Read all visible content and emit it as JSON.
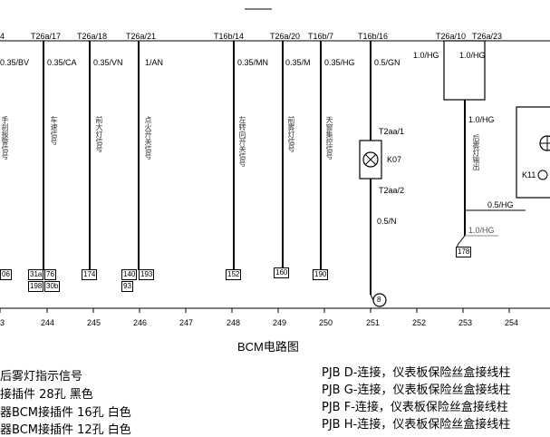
{
  "connectors": [
    "4",
    "T26a/17",
    "T26a/18",
    "T26a/21",
    "T16b/14",
    "T26a/20",
    "T16b/7",
    "T16b/16",
    "T26a/10",
    "T26a/23"
  ],
  "wires": {
    "w1": "0.35/BV",
    "w2": "0.35/CA",
    "w3": "0.35/VN",
    "w4": "1/AN",
    "w5": "0.35/MN",
    "w6": "0.35/M",
    "w7": "0.35/HG",
    "w8": "0.5/GN",
    "w9": "1.0/HG",
    "w10": "1.0/HG",
    "w11": "1.0/HG",
    "w12": "0.5/HG",
    "w13": "0.5/N",
    "w14": "1.0/HG"
  },
  "signals": {
    "s1": "手刹报警信号",
    "s2": "车速信号",
    "s3": "前大灯信号",
    "s4": "点火开关信号",
    "s5": "左转向开关信号",
    "s6": "前雾灯信号",
    "s7": "天窗集控信号",
    "s8": "后雾灯输出"
  },
  "components": {
    "k07": "K07",
    "k11": "K11",
    "t2aa1": "T2aa/1",
    "t2aa2": "T2aa/2",
    "ground": "8"
  },
  "pins": [
    "06",
    "31a",
    "76",
    "198",
    "30b",
    "174",
    "140",
    "193",
    "93",
    "152",
    "160",
    "190",
    "178"
  ],
  "columns": [
    "3",
    "244",
    "245",
    "246",
    "247",
    "248",
    "249",
    "250",
    "251",
    "252",
    "253",
    "254"
  ],
  "title": "BCM电路图",
  "notes_left": [
    "后雾灯指示信号",
    "接插件 28孔 黑色",
    "器BCM接插件 16孔 白色",
    "器BCM接插件 12孔 白色"
  ],
  "notes_right": [
    "PJB D-连接，仪表板保险丝盒接线柱",
    "PJB G-连接，仪表板保险丝盒接线柱",
    "PJB F-连接，仪表板保险丝盒接线柱",
    "PJB H-连接，仪表板保险丝盒接线柱"
  ]
}
